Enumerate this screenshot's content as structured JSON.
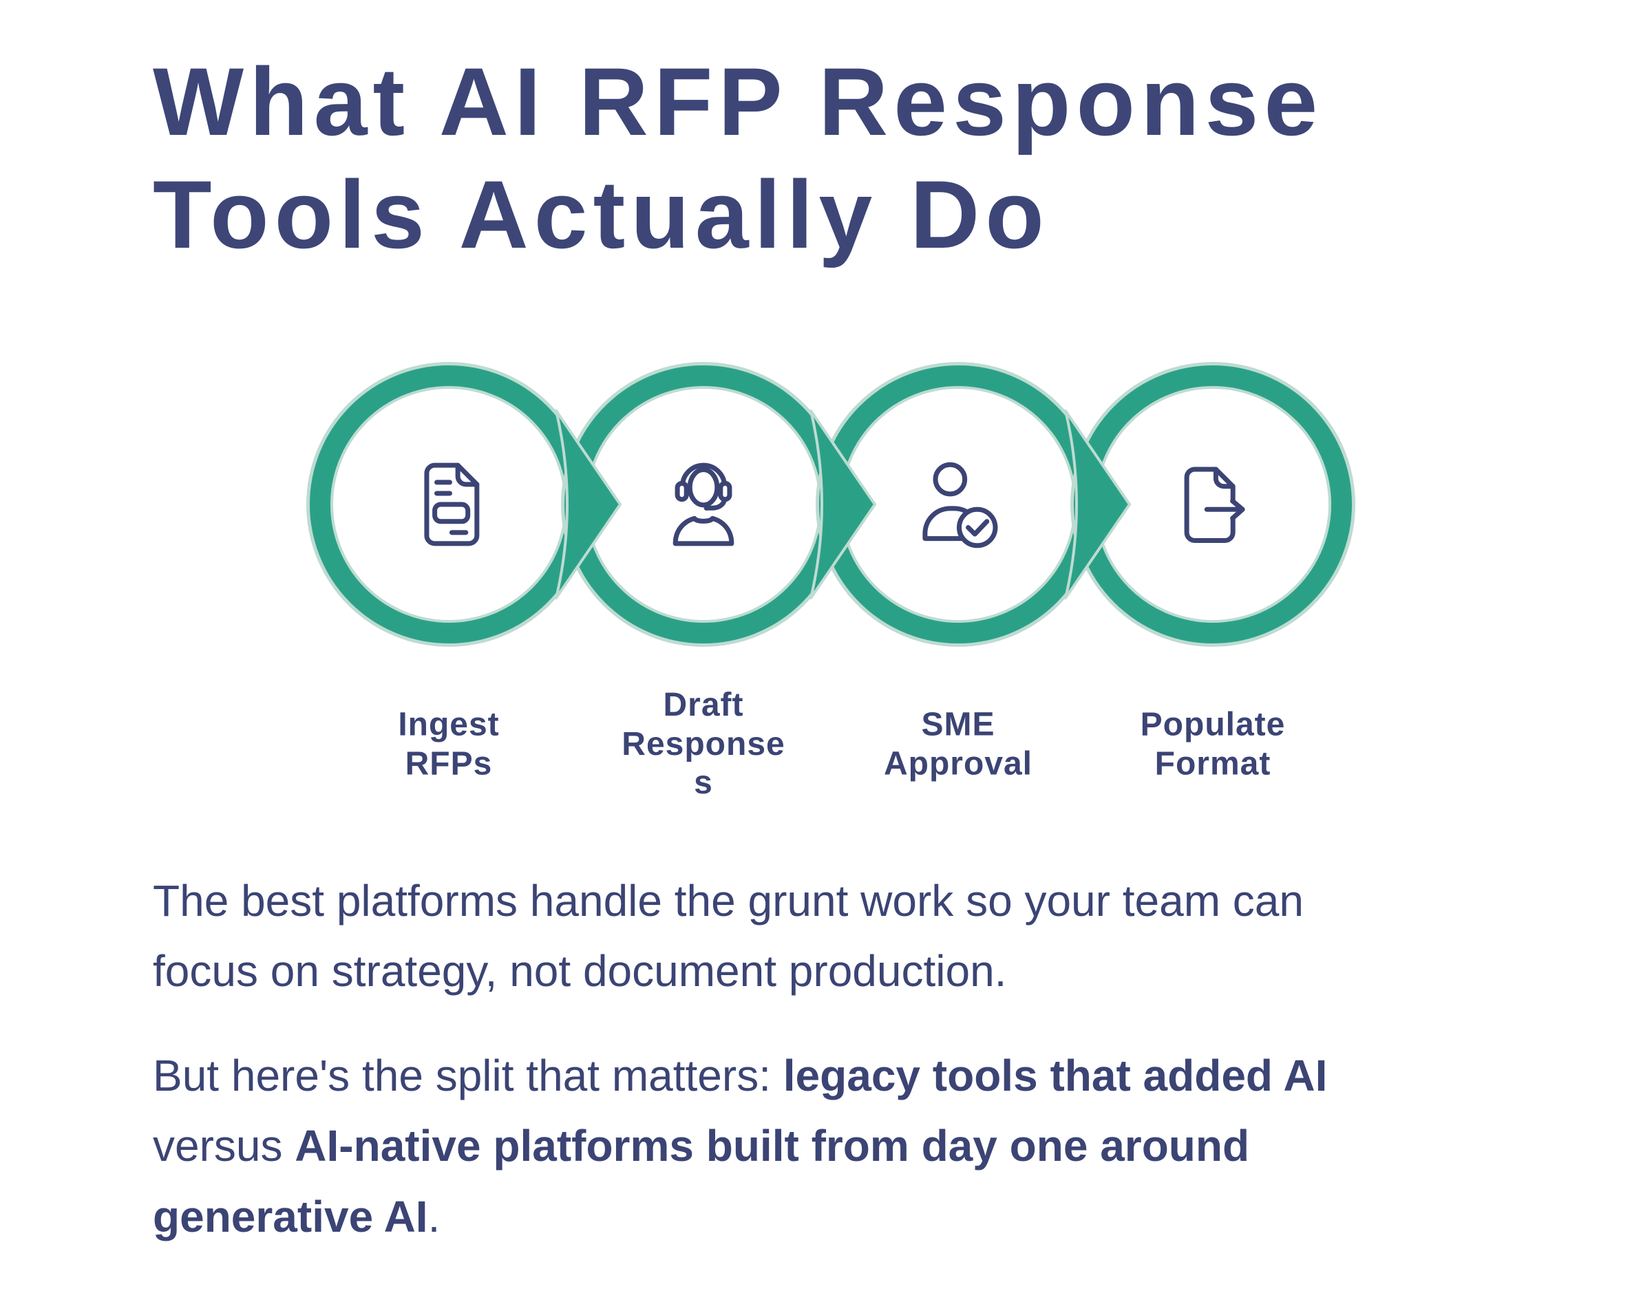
{
  "colors": {
    "background": "#ffffff",
    "heading_navy": "#3d4677",
    "body_navy": "#3b4474",
    "ring_green": "#2aa187",
    "ring_mint_outline": "#bedbd2"
  },
  "heading": {
    "text": "What AI RFP Response\nTools Actually Do"
  },
  "process_flow": {
    "connector": "right-arrow",
    "steps": [
      {
        "label": "Ingest\nRFPs",
        "icon": "document-lines-icon"
      },
      {
        "label": "Draft\nResponse\ns",
        "icon": "support-agent-headset-icon"
      },
      {
        "label": "SME\nApproval",
        "icon": "user-check-icon"
      },
      {
        "label": "Populate\nFormat",
        "icon": "document-export-icon"
      }
    ]
  },
  "paragraphs": [
    {
      "runs": [
        {
          "t": "The best platforms handle the grunt work so your team can\nfocus on strategy, not document production.",
          "b": false
        }
      ]
    },
    {
      "runs": [
        {
          "t": "But here's the split that matters: ",
          "b": false
        },
        {
          "t": "legacy tools that added AI",
          "b": true
        },
        {
          "t": "\nversus ",
          "b": false
        },
        {
          "t": "AI-native platforms built from day one around\ngenerative AI",
          "b": true
        },
        {
          "t": ".",
          "b": false
        }
      ]
    }
  ]
}
